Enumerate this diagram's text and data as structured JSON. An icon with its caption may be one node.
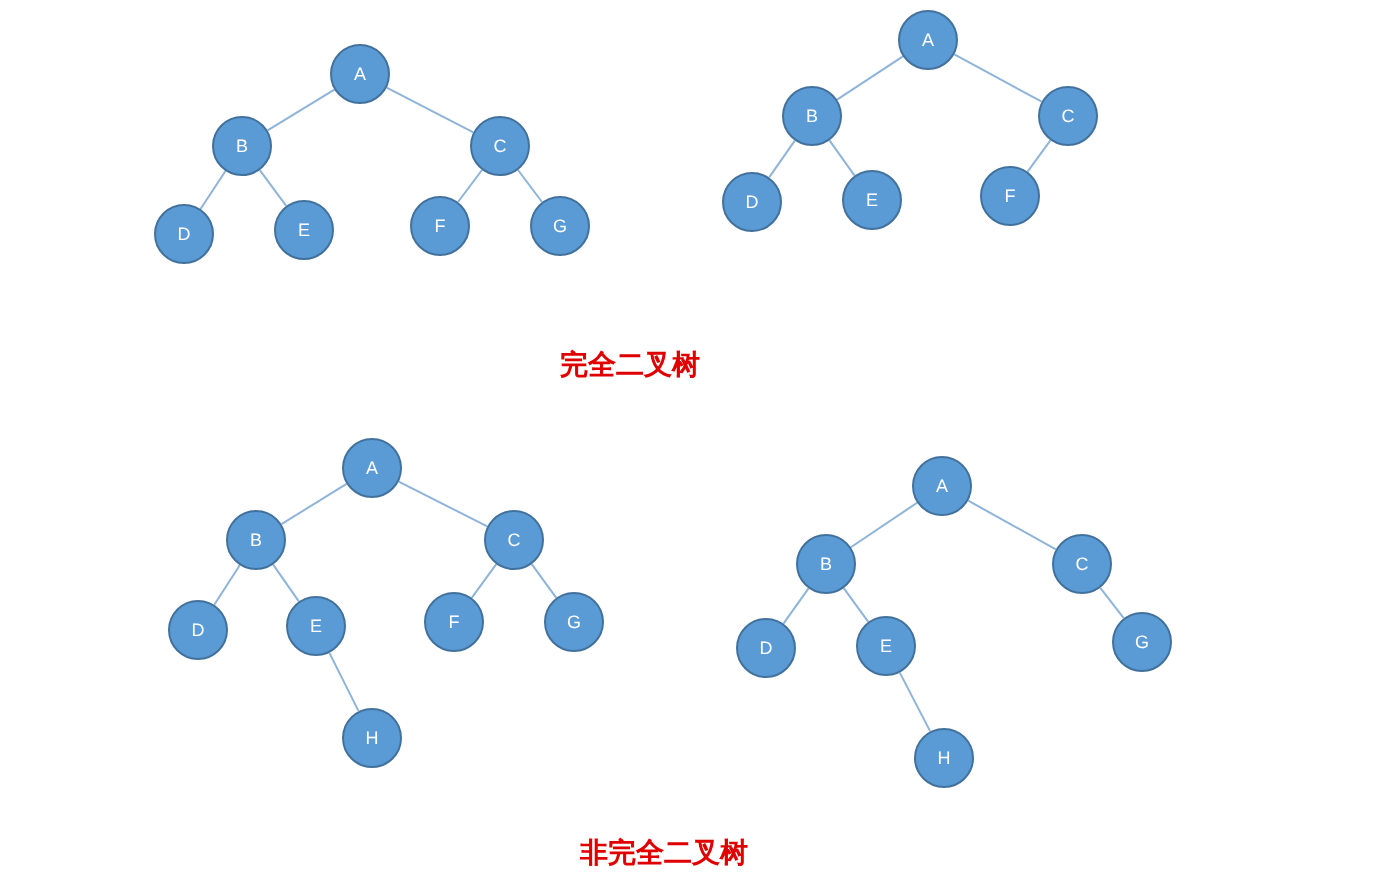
{
  "diagram": {
    "nodes": [
      {
        "text": [
          "A"
        ]
      },
      {
        "text": [
          "B"
        ]
      },
      {
        "text": [
          "C"
        ]
      },
      {
        "text": [
          "D"
        ]
      },
      {
        "text": [
          "E"
        ]
      },
      {
        "text": [
          "F"
        ]
      },
      {
        "text": [
          "G"
        ]
      },
      {
        "text": [
          "A"
        ]
      },
      {
        "text": [
          "B"
        ]
      },
      {
        "text": [
          "C"
        ]
      },
      {
        "text": [
          "D"
        ]
      },
      {
        "text": [
          "E"
        ]
      },
      {
        "text": [
          "F"
        ]
      },
      {
        "text": [
          "A"
        ]
      },
      {
        "text": [
          "B"
        ]
      },
      {
        "text": [
          "C"
        ]
      },
      {
        "text": [
          "D"
        ]
      },
      {
        "text": [
          "E"
        ]
      },
      {
        "text": [
          "F"
        ]
      },
      {
        "text": [
          "G"
        ]
      },
      {
        "text": [
          "H"
        ]
      },
      {
        "text": [
          "A"
        ]
      },
      {
        "text": [
          "B"
        ]
      },
      {
        "text": [
          "C"
        ]
      },
      {
        "text": [
          "D"
        ]
      },
      {
        "text": [
          "E"
        ]
      },
      {
        "text": [
          "G"
        ]
      },
      {
        "text": [
          "H"
        ]
      }
    ],
    "edges": [
      {
        "from": 0,
        "to": 1,
        "arrow": "none"
      },
      {
        "from": 0,
        "to": 2,
        "arrow": "none"
      },
      {
        "from": 1,
        "to": 3,
        "arrow": "none"
      },
      {
        "from": 1,
        "to": 4,
        "arrow": "none"
      },
      {
        "from": 2,
        "to": 5,
        "arrow": "none"
      },
      {
        "from": 2,
        "to": 6,
        "arrow": "none"
      },
      {
        "from": 7,
        "to": 8,
        "arrow": "none"
      },
      {
        "from": 7,
        "to": 9,
        "arrow": "none"
      },
      {
        "from": 8,
        "to": 10,
        "arrow": "none"
      },
      {
        "from": 8,
        "to": 11,
        "arrow": "none"
      },
      {
        "from": 9,
        "to": 12,
        "arrow": "none"
      },
      {
        "from": 13,
        "to": 14,
        "arrow": "none"
      },
      {
        "from": 13,
        "to": 15,
        "arrow": "none"
      },
      {
        "from": 14,
        "to": 16,
        "arrow": "none"
      },
      {
        "from": 14,
        "to": 17,
        "arrow": "none"
      },
      {
        "from": 15,
        "to": 18,
        "arrow": "none"
      },
      {
        "from": 15,
        "to": 19,
        "arrow": "none"
      },
      {
        "from": 17,
        "to": 20,
        "arrow": "none"
      },
      {
        "from": 21,
        "to": 22,
        "arrow": "none"
      },
      {
        "from": 21,
        "to": 23,
        "arrow": "none"
      },
      {
        "from": 22,
        "to": 24,
        "arrow": "none"
      },
      {
        "from": 22,
        "to": 25,
        "arrow": "none"
      },
      {
        "from": 23,
        "to": 26,
        "arrow": "none"
      },
      {
        "from": 25,
        "to": 27,
        "arrow": "none"
      }
    ],
    "labels": [
      "完全二叉树",
      "非完全二叉树"
    ]
  }
}
